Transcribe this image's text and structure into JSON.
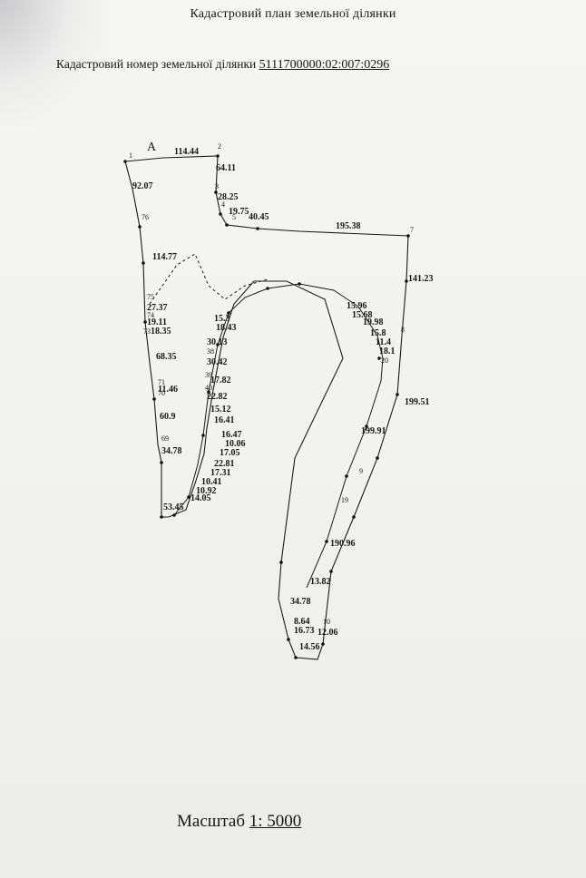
{
  "document": {
    "title": "Кадастровий план земельної ділянки",
    "cadastral_label": "Кадастровий номер земельної ділянки",
    "cadastral_number": "5111700000:02:007:0296",
    "scale_label": "Масштаб",
    "scale_value": "1: 5000"
  },
  "plan": {
    "corner_letter": "A",
    "points": {
      "p1": "1",
      "p2": "2",
      "p3": "3",
      "p4": "4",
      "p5": "5",
      "p7": "7",
      "p8": "8",
      "p9": "9",
      "p10": "10",
      "p19": "19",
      "p20": "20",
      "p38": "38",
      "p39": "39",
      "p40": "40",
      "p69": "69",
      "p70": "70",
      "p71": "71",
      "p73": "73",
      "p74": "74",
      "p75": "75",
      "p76": "76"
    },
    "lengths": {
      "l1": "114.44",
      "l2": "64.11",
      "l3": "28.25",
      "l4": "19.75",
      "l5": "40.45",
      "l6": "195.38",
      "l7": "141.23",
      "l8": "199.51",
      "l9": "199.91",
      "l10": "190.96",
      "l11": "92.07",
      "l12": "114.77",
      "l13": "27.37",
      "l14": "19.11",
      "l15": "18.35",
      "l16": "68.35",
      "l17": "11.46",
      "l18": "60.9",
      "l19": "34.78",
      "l20": "53.45",
      "l21": "30.13",
      "l22": "30.42",
      "l23": "17.82",
      "l24": "22.82",
      "l25": "15.12",
      "l26": "16.41",
      "l27": "16.47",
      "l28": "10.06",
      "l29": "17.05",
      "l30": "22.81",
      "l31": "17.31",
      "l32": "10.41",
      "l33": "10.92",
      "l34": "14.05",
      "l35": "15.96",
      "l36": "15.68",
      "l37": "19.98",
      "l38": "15.8",
      "l39": "11.4",
      "l40": "18.1",
      "l41": "34.78",
      "l42": "12.06",
      "l43": "16.73",
      "l44": "14.56",
      "l45": "15.3",
      "l46": "18.43",
      "l47": "13.82",
      "l48": "8.64"
    }
  }
}
